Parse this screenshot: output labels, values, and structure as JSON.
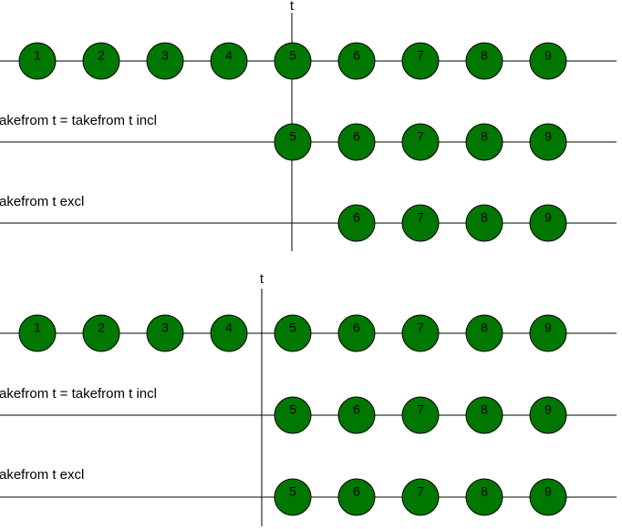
{
  "panels": [
    {
      "time_label": "t",
      "rows": [
        {
          "label": "",
          "items": [
            "1",
            "2",
            "3",
            "4",
            "5",
            "6",
            "7",
            "8",
            "9"
          ]
        },
        {
          "label": "akefrom t = takefrom t incl",
          "items": [
            "5",
            "6",
            "7",
            "8",
            "9"
          ]
        },
        {
          "label": "akefrom t excl",
          "items": [
            "6",
            "7",
            "8",
            "9"
          ]
        }
      ]
    },
    {
      "time_label": "t",
      "rows": [
        {
          "label": "",
          "items": [
            "1",
            "2",
            "3",
            "4",
            "5",
            "6",
            "7",
            "8",
            "9"
          ]
        },
        {
          "label": "akefrom t = takefrom t incl",
          "items": [
            "5",
            "6",
            "7",
            "8",
            "9"
          ]
        },
        {
          "label": "akefrom t excl",
          "items": [
            "5",
            "6",
            "7",
            "8",
            "9"
          ]
        }
      ]
    }
  ],
  "colors": {
    "ball_fill": "#007700",
    "line": "#000000"
  }
}
